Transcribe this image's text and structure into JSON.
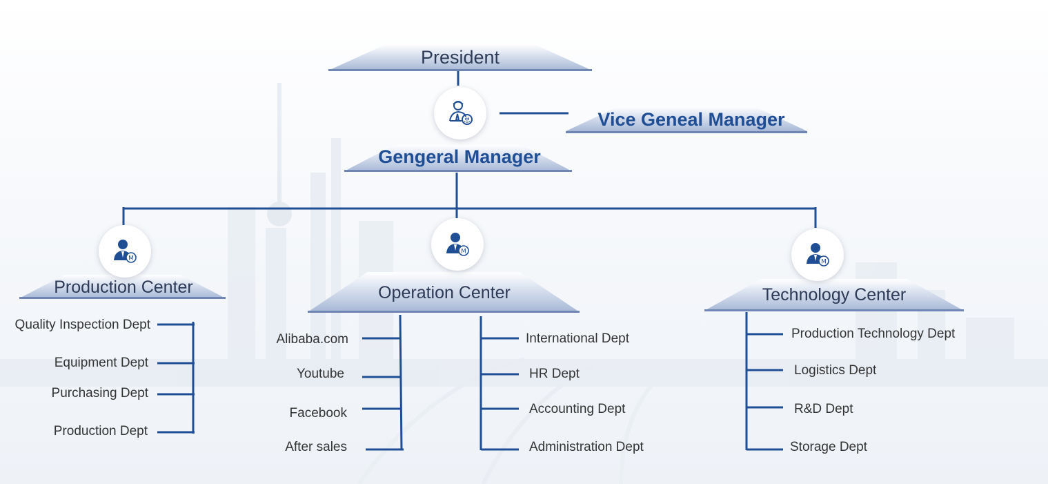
{
  "colors": {
    "line": "#1f4e95",
    "title_text": "#2d3a55",
    "title_blue": "#1f4e95",
    "dept_text": "#333333"
  },
  "president": {
    "label": "President",
    "icon": "manager-icon"
  },
  "general_manager": {
    "label": "Gengeral Manager",
    "icon": "general-manager-icon"
  },
  "vice_general_manager": {
    "label": "Vice Geneal Manager"
  },
  "centers": {
    "production": {
      "label": "Production Center",
      "icon": "manager-m-icon",
      "depts": [
        "Quality Inspection Dept",
        "Equipment Dept",
        "Purchasing Dept",
        "Production Dept"
      ]
    },
    "operation": {
      "label": "Operation Center",
      "icon": "manager-m-icon",
      "left_depts": [
        "Alibaba.com",
        "Youtube",
        "Facebook",
        "After sales"
      ],
      "right_depts": [
        "International Dept",
        "HR Dept",
        "Accounting Dept",
        "Administration Dept"
      ]
    },
    "technology": {
      "label": "Technology Center",
      "icon": "manager-m-icon",
      "depts": [
        "Production Technology Dept",
        "Logistics Dept",
        "R&D Dept",
        "Storage Dept"
      ]
    }
  }
}
